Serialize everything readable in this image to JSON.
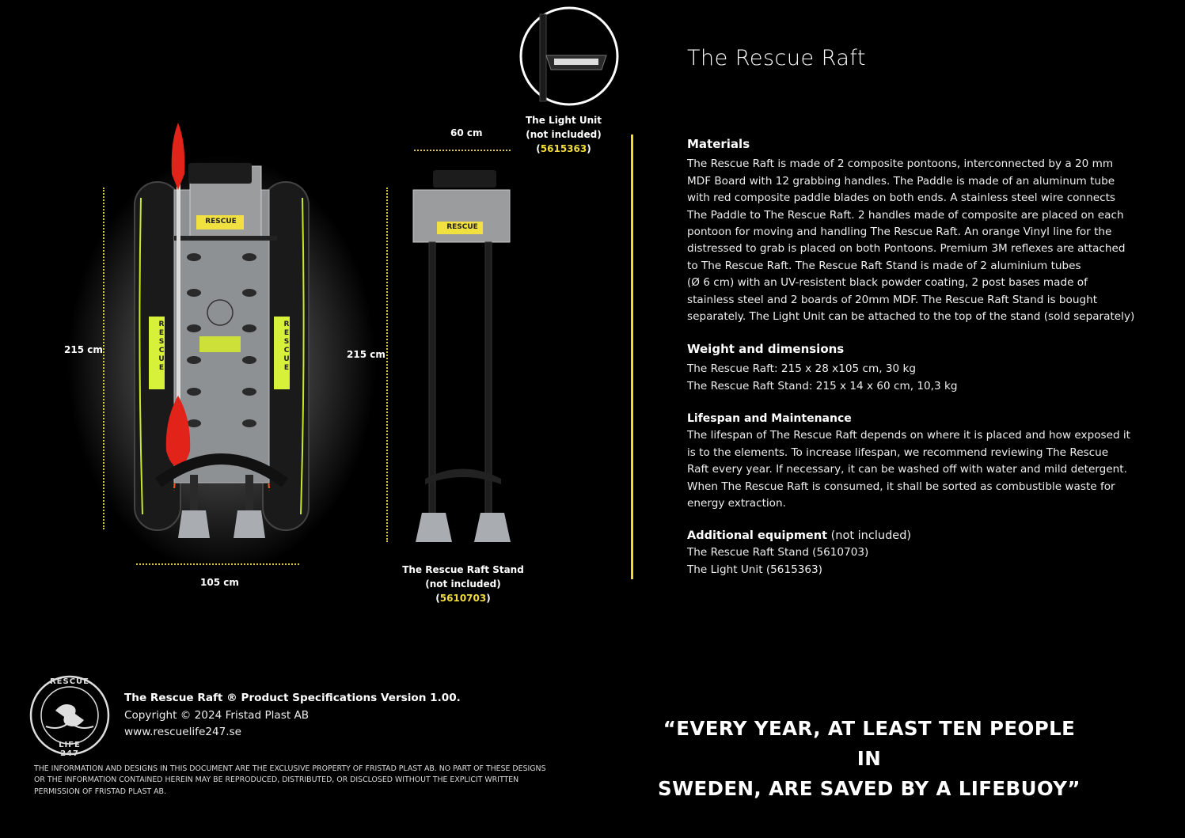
{
  "title": "The Rescue Raft",
  "dimensions": {
    "raft_height": "215 cm",
    "raft_width": "105 cm",
    "stand_height": "215 cm",
    "stand_width": "60 cm"
  },
  "raft_labels": {
    "top_badge": "RESCUE",
    "side_left": "RESCUE",
    "side_right": "RESCUE",
    "stand_badge": "RESCUE"
  },
  "light_unit": {
    "name": "The Light Unit",
    "note": "(not included)",
    "code": "5615363"
  },
  "stand": {
    "name": "The Rescue Raft Stand",
    "note": "(not included)",
    "code": "5610703"
  },
  "materials": {
    "heading": "Materials",
    "lines": [
      "The Rescue Raft is made of 2 composite pontoons, interconnected by a 20 mm",
      "MDF Board with 12 grabbing handles. The Paddle is made of an aluminum tube",
      "with red composite paddle blades on both ends. A stainless steel wire connects",
      "The Paddle to The Rescue Raft. 2 handles made of composite are placed on each",
      "pontoon for moving and handling The Rescue Raft. An orange Vinyl line for  the",
      "distressed to grab is placed on both Pontoons. Premium 3M reflexes are attached",
      "to The Rescue Raft. The Rescue Raft Stand is made of 2 aluminium tubes",
      "(Ø 6 cm) with an UV-resistent black powder coating, 2 post bases made of",
      "stainless steel and 2 boards of 20mm MDF. The Rescue Raft Stand is bought",
      "separately. The Light Unit can be attached to the top of the stand (sold separately)"
    ]
  },
  "weight": {
    "heading": "Weight and dimensions",
    "lines": [
      "The Rescue Raft: 215 x 28 x105 cm, 30 kg",
      "The Rescue Raft Stand: 215 x 14 x 60 cm, 10,3 kg"
    ]
  },
  "lifespan": {
    "heading": "Lifespan and Maintenance",
    "lines": [
      "The lifespan of The Rescue Raft depends on where it is placed and how exposed it",
      "is to the elements. To increase lifespan, we recommend reviewing The Rescue",
      "Raft every year. If necessary, it can be washed off with water and mild detergent.",
      "When The Rescue Raft is consumed, it shall be sorted as combustible waste for",
      "energy extraction."
    ]
  },
  "additional": {
    "heading": "Additional equipment",
    "heading_note": "(not included)",
    "lines": [
      "The Rescue Raft Stand (5610703)",
      "The Light Unit (5615363)"
    ]
  },
  "footer": {
    "logo_top": "RESCUE",
    "logo_bottom": "LIFE 247",
    "product_line": "The Rescue Raft ® Product Specifications Version 1.00.",
    "copyright": "Copyright © 2024 Fristad Plast AB",
    "website": "www.rescuelife247.se",
    "legal": "THE INFORMATION AND DESIGNS IN THIS DOCUMENT ARE THE EXCLUSIVE PROPERTY OF FRISTAD PLAST AB. NO PART OF THESE DESIGNS OR THE INFORMATION CONTAINED HEREIN MAY BE REPRODUCED, DISTRIBUTED, OR DISCLOSED WITHOUT THE EXPLICIT WRITTEN PERMISSION OF FRISTAD PLAST AB.",
    "quote_line1": "“EVERY YEAR, AT LEAST TEN PEOPLE IN",
    "quote_line2": "SWEDEN, ARE SAVED BY A LIFEBUOY”"
  },
  "colors": {
    "accent_yellow": "#f0dc2c",
    "paddle_red": "#e2231a",
    "reflex_yellow": "#d7f03a",
    "background": "#000000"
  }
}
